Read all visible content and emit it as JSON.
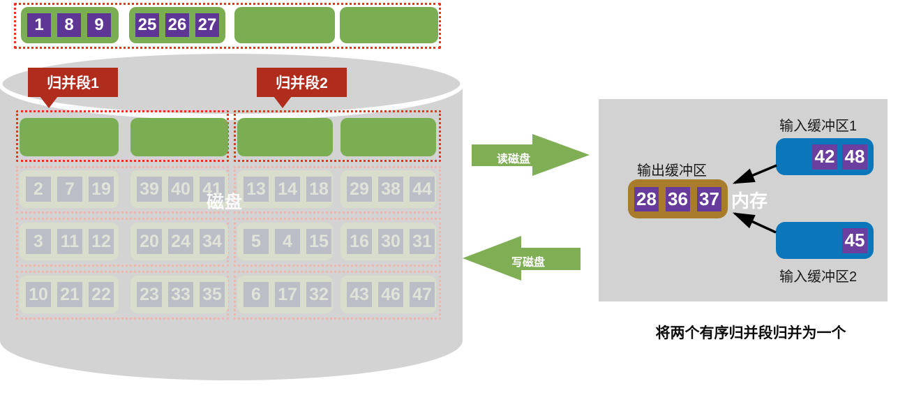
{
  "top_row": {
    "description_blocks": "merged sorted run written back above disk",
    "blocks": [
      [
        "1",
        "8",
        "9"
      ],
      [
        "25",
        "26",
        "27"
      ],
      [],
      []
    ]
  },
  "disk": {
    "label": "磁盘",
    "segment1_label": "归并段1",
    "segment2_label": "归并段2",
    "rows": [
      {
        "blocks": [
          [
            "2",
            "7",
            "19"
          ],
          [
            "39",
            "40",
            "41"
          ],
          [
            "13",
            "14",
            "18"
          ],
          [
            "29",
            "38",
            "44"
          ]
        ]
      },
      {
        "blocks": [
          [
            "3",
            "11",
            "12"
          ],
          [
            "20",
            "24",
            "34"
          ],
          [
            "5",
            "4",
            "15"
          ],
          [
            "16",
            "30",
            "31"
          ]
        ]
      },
      {
        "blocks": [
          [
            "10",
            "21",
            "22"
          ],
          [
            "23",
            "33",
            "35"
          ],
          [
            "6",
            "17",
            "32"
          ],
          [
            "43",
            "46",
            "47"
          ]
        ]
      }
    ]
  },
  "arrows": {
    "read_label": "读磁盘",
    "write_label": "写磁盘"
  },
  "memory": {
    "label": "内存",
    "input_buffer_1": {
      "label": "输入缓冲区1",
      "values": [
        "42",
        "48"
      ]
    },
    "input_buffer_2": {
      "label": "输入缓冲区2",
      "values": [
        "45"
      ]
    },
    "output_buffer": {
      "label": "输出缓冲区",
      "values": [
        "28",
        "36",
        "37"
      ]
    }
  },
  "caption": "将两个有序归并段归并为一个",
  "colors": {
    "block_green": "#7bad53",
    "record_purple": "#5e3796",
    "active_dotted_red": "#f5301a",
    "faded_dotted_red": "#f2b5ab",
    "callout_red": "#b02d1e",
    "disk_gray": "#d3d3d3",
    "memory_panel_gray": "#d2d2d2",
    "input_buffer_blue": "#0c76ba",
    "output_buffer_gold": "#a87c2b",
    "faded_block_green": "#d8decb",
    "faded_record_gray": "#bcbec7"
  }
}
